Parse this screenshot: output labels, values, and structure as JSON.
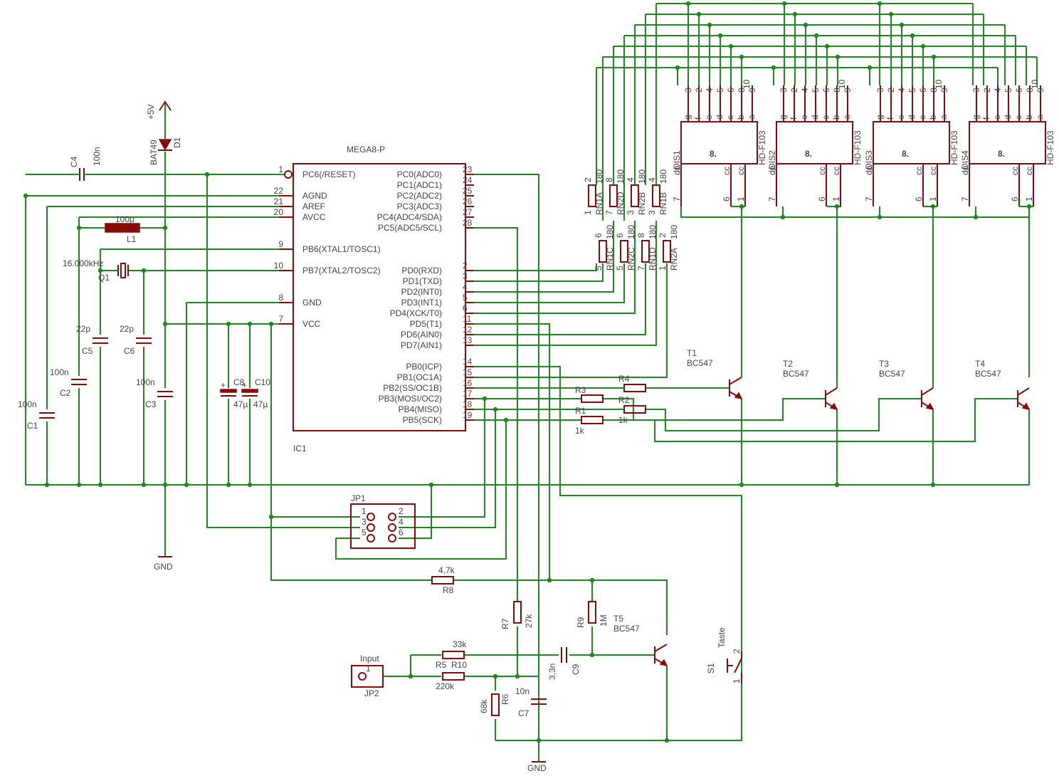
{
  "ic": {
    "name": "MEGA8-P",
    "ref": "IC1",
    "left_pins": [
      {
        "num": "1",
        "label": "PC6(/RESET)"
      },
      {
        "num": "22",
        "label": "AGND"
      },
      {
        "num": "21",
        "label": "AREF"
      },
      {
        "num": "20",
        "label": "AVCC"
      },
      {
        "num": "9",
        "label": "PB6(XTAL1/TOSC1)"
      },
      {
        "num": "10",
        "label": "PB7(XTAL2/TOSC2)"
      },
      {
        "num": "8",
        "label": "GND"
      },
      {
        "num": "7",
        "label": "VCC"
      }
    ],
    "right_pins": [
      {
        "num": "23",
        "label": "PC0(ADC0)"
      },
      {
        "num": "24",
        "label": "PC1(ADC1)"
      },
      {
        "num": "25",
        "label": "PC2(ADC2)"
      },
      {
        "num": "26",
        "label": "PC3(ADC3)"
      },
      {
        "num": "27",
        "label": "PC4(ADC4/SDA)"
      },
      {
        "num": "28",
        "label": "PC5(ADC5/SCL)"
      },
      {
        "num": "2",
        "label": "PD0(RXD)"
      },
      {
        "num": "3",
        "label": "PD1(TXD)"
      },
      {
        "num": "4",
        "label": "PD2(INT0)"
      },
      {
        "num": "5",
        "label": "PD3(INT1)"
      },
      {
        "num": "6",
        "label": "PD4(XCK/T0)"
      },
      {
        "num": "11",
        "label": "PD5(T1)"
      },
      {
        "num": "12",
        "label": "PD6(AIN0)"
      },
      {
        "num": "13",
        "label": "PD7(AIN1)"
      },
      {
        "num": "14",
        "label": "PB0(ICP)"
      },
      {
        "num": "15",
        "label": "PB1(OC1A)"
      },
      {
        "num": "16",
        "label": "PB2(SS/OC1B)"
      },
      {
        "num": "17",
        "label": "PB3(MOSI/OC2)"
      },
      {
        "num": "18",
        "label": "PB4(MISO)"
      },
      {
        "num": "19",
        "label": "PB5(SCK)"
      }
    ]
  },
  "power": {
    "vcc": "+5V",
    "gnd": "GND",
    "diode_ref": "D1",
    "diode_value": "BAT49"
  },
  "passives": {
    "C4": {
      "ref": "C4",
      "value": "100n"
    },
    "C1": {
      "ref": "C1",
      "value": "100n"
    },
    "C2": {
      "ref": "C2",
      "value": "100n"
    },
    "C5": {
      "ref": "C5",
      "value": "22p"
    },
    "C6": {
      "ref": "C6",
      "value": "22p"
    },
    "C3": {
      "ref": "C3",
      "value": "100n"
    },
    "C8": {
      "ref": "C8",
      "value": "47µ"
    },
    "C10": {
      "ref": "C10",
      "value": "47µ"
    },
    "L1": {
      "ref": "L1",
      "value": "100µ"
    },
    "Q1": {
      "ref": "Q1",
      "value": "16.000kHz"
    },
    "R8": {
      "ref": "R8",
      "value": "4,7k"
    },
    "R7": {
      "ref": "R7",
      "value": "27k"
    },
    "R9": {
      "ref": "R9",
      "value": "1M"
    },
    "R10": {
      "ref": "R10",
      "value": "33k"
    },
    "R5": {
      "ref": "R5",
      "value": "220k"
    },
    "R6": {
      "ref": "R6",
      "value": "68k"
    },
    "C7": {
      "ref": "C7",
      "value": "10n"
    },
    "C9": {
      "ref": "C9",
      "value": "3,3n"
    },
    "R1": {
      "ref": "R1",
      "value": "1k"
    },
    "R2": {
      "ref": "R2",
      "value": "1k"
    },
    "R3": {
      "ref": "R3",
      "value": ""
    },
    "R4": {
      "ref": "R4",
      "value": ""
    }
  },
  "resnets": [
    {
      "ref": "RN1A",
      "value": "180",
      "p1": "2",
      "p2": "1"
    },
    {
      "ref": "RN2D",
      "value": "180",
      "p1": "8",
      "p2": "7"
    },
    {
      "ref": "RN2B",
      "value": "180",
      "p1": "4",
      "p2": "3"
    },
    {
      "ref": "RN1B",
      "value": "180",
      "p1": "4",
      "p2": "3"
    },
    {
      "ref": "RN1C",
      "value": "180",
      "p1": "6",
      "p2": "5"
    },
    {
      "ref": "RN2C",
      "value": "180",
      "p1": "6",
      "p2": "5"
    },
    {
      "ref": "RN1D",
      "value": "180",
      "p1": "8",
      "p2": "7"
    },
    {
      "ref": "RN2A",
      "value": "180",
      "p1": "2",
      "p2": "1"
    }
  ],
  "displays": [
    {
      "ref": "DIS1",
      "type": "HD-F103"
    },
    {
      "ref": "DIS2",
      "type": "HD-F103"
    },
    {
      "ref": "DIS3",
      "type": "HD-F103"
    },
    {
      "ref": "DIS4",
      "type": "HD-F103"
    }
  ],
  "display_glyph": "8.",
  "display_top_pins": [
    "3",
    "2",
    "4",
    "5",
    "6",
    "8",
    "9",
    "10"
  ],
  "display_top_segs": [
    "g",
    "f",
    "e",
    "d",
    "c",
    "b",
    "a"
  ],
  "display_bottom_labels": {
    "dp": "dp",
    "cc": "cc",
    "pin7": "7",
    "pin6": "6",
    "pin1": "1"
  },
  "transistors": [
    {
      "ref": "T1",
      "type": "BC547"
    },
    {
      "ref": "T2",
      "type": "BC547"
    },
    {
      "ref": "T3",
      "type": "BC547"
    },
    {
      "ref": "T4",
      "type": "BC547"
    },
    {
      "ref": "T5",
      "type": "BC547"
    }
  ],
  "jp1": {
    "ref": "JP1",
    "pins": [
      "1",
      "2",
      "3",
      "4",
      "5",
      "6"
    ]
  },
  "jp2": {
    "ref": "JP2",
    "label": "Input",
    "pin": "1"
  },
  "switch": {
    "ref": "S1",
    "label": "Taste",
    "pin1": "1",
    "pin2": "2"
  }
}
